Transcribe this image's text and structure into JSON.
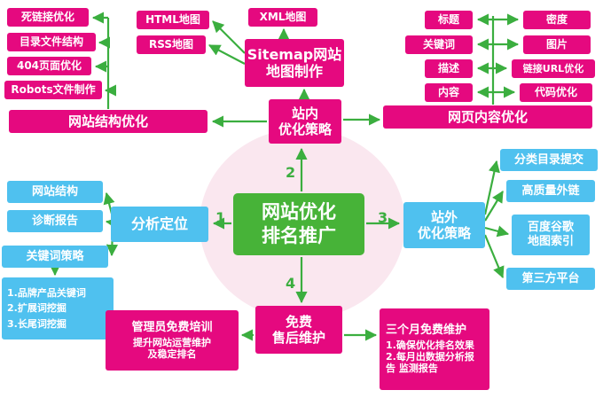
{
  "colors": {
    "pink": "#e5097f",
    "blue": "#4fc1ef",
    "green": "#47b338",
    "arrow": "#3bae3f",
    "halo": "#fae7ef"
  },
  "center": {
    "l1": "网站优化",
    "l2": "排名推广"
  },
  "numbers": {
    "n1": "1",
    "n2": "2",
    "n3": "3",
    "n4": "4"
  },
  "hubs": {
    "onsite": {
      "l1": "站内",
      "l2": "优化策略"
    },
    "analysis": "分析定位",
    "offsite": {
      "l1": "站外",
      "l2": "优化策略"
    },
    "aftersale": {
      "l1": "免费",
      "l2": "售后维护"
    }
  },
  "structure": {
    "bar": "网站结构优化",
    "leaves": [
      "死链接优化",
      "目录文件结构",
      "404页面优化",
      "Robots文件制作"
    ]
  },
  "sitemap": {
    "title1": "Sitemap网站",
    "title2": "地图制作",
    "html": "HTML地图",
    "rss": "RSS地图",
    "xml": "XML地图"
  },
  "content": {
    "bar": "网页内容优化",
    "left": [
      "标题",
      "关键词",
      "描述",
      "内容"
    ],
    "right": [
      "密度",
      "图片",
      "链接URL优化",
      "代码优化"
    ]
  },
  "analysis": {
    "leaves": [
      "网站结构",
      "诊断报告",
      "关键词策略"
    ],
    "list": [
      "1.品牌产品关键词",
      "2.扩展词挖掘",
      "3.长尾词挖掘"
    ]
  },
  "offsite": {
    "leaf1": "分类目录提交",
    "leaf2": "高质量外链",
    "map1": "百度谷歌",
    "map2": "地图索引",
    "leaf4": "第三方平台"
  },
  "training": {
    "title": "管理员免费培训",
    "lines": [
      "提升网站运营维护",
      "及稳定排名"
    ]
  },
  "maintain": {
    "title": "三个月免费维护",
    "lines": [
      "1.确保优化排名效果",
      "2.每月出数据分析报",
      "告 监测报告"
    ]
  }
}
